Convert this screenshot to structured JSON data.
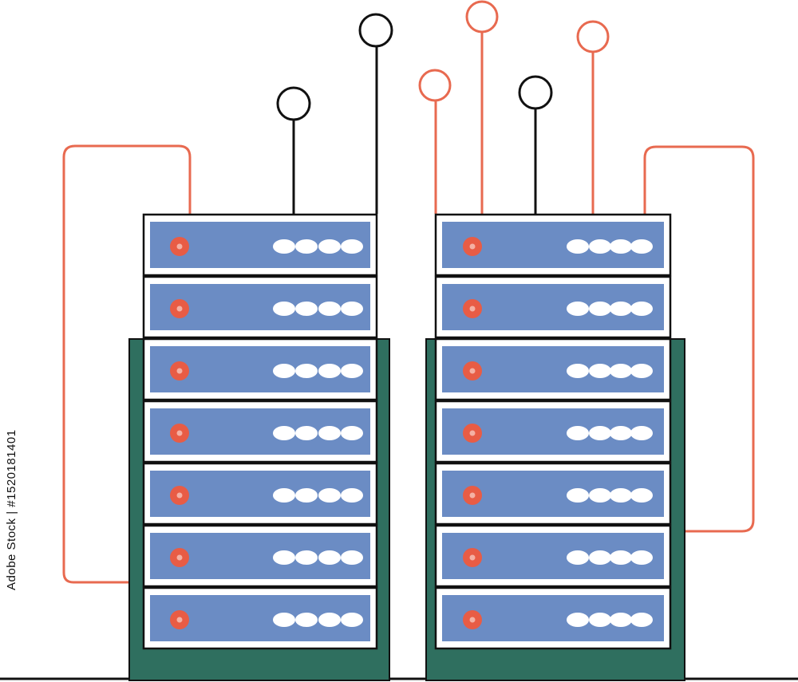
{
  "watermark": {
    "id_text": "Adobe Stock | #1520181401"
  },
  "colors": {
    "rack_base": "#2f6f5f",
    "server_panel": "#6b8cc4",
    "server_frame": "#ffffff",
    "status_led": "#e85c45",
    "drive_slot": "#ffffff",
    "outline": "#111111",
    "cable_orange": "#e86a50",
    "antenna_black": "#111111",
    "antenna_orange": "#e86a50"
  },
  "scene": {
    "racks": [
      {
        "name": "server-rack-left",
        "units": 7,
        "drive_slots_per_unit": 4,
        "status_leds_per_unit": 1
      },
      {
        "name": "server-rack-right",
        "units": 7,
        "drive_slots_per_unit": 4,
        "status_leds_per_unit": 1
      }
    ],
    "antennas": [
      {
        "name": "antenna-1",
        "color": "black"
      },
      {
        "name": "antenna-2",
        "color": "black"
      },
      {
        "name": "antenna-3",
        "color": "orange"
      },
      {
        "name": "antenna-4",
        "color": "orange"
      },
      {
        "name": "antenna-5",
        "color": "black"
      },
      {
        "name": "antenna-6",
        "color": "orange"
      }
    ]
  }
}
